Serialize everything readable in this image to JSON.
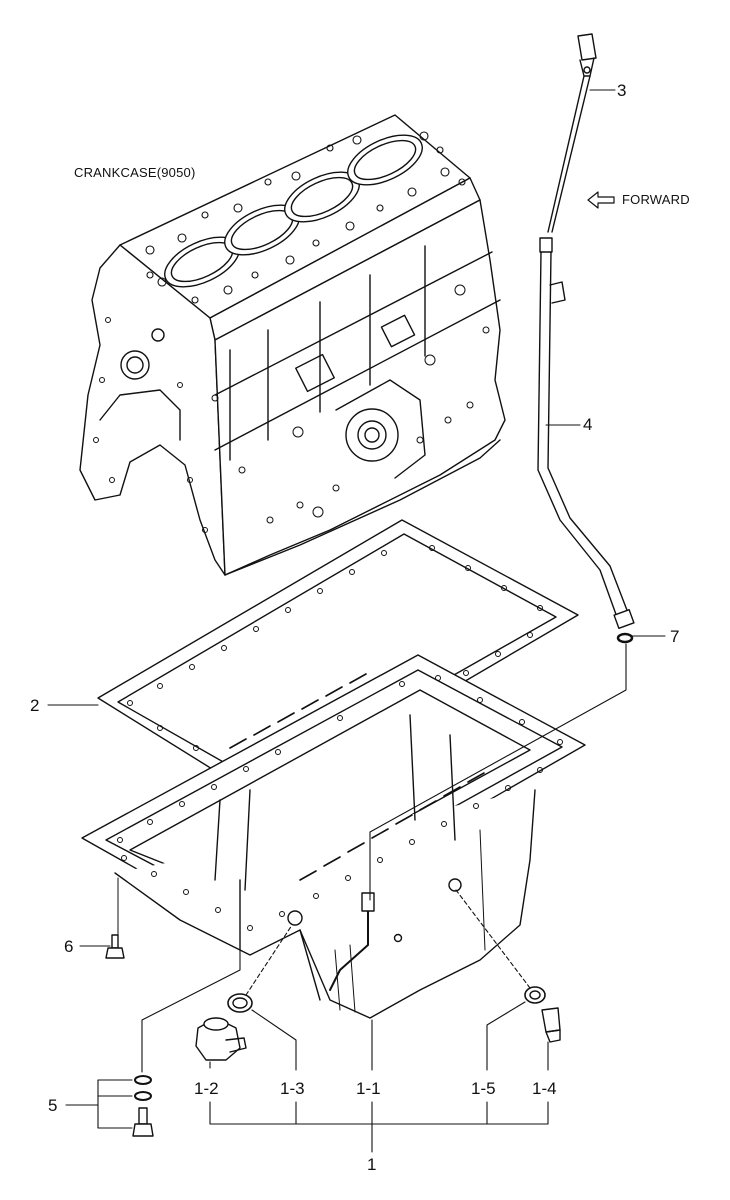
{
  "crankcase_label": "CRANKCASE(9050)",
  "forward_label": "FORWARD",
  "callouts": {
    "c1": "1",
    "c1_1": "1-1",
    "c1_2": "1-2",
    "c1_3": "1-3",
    "c1_4": "1-4",
    "c1_5": "1-5",
    "c2": "2",
    "c3": "3",
    "c4": "4",
    "c5": "5",
    "c6": "6",
    "c7": "7"
  }
}
